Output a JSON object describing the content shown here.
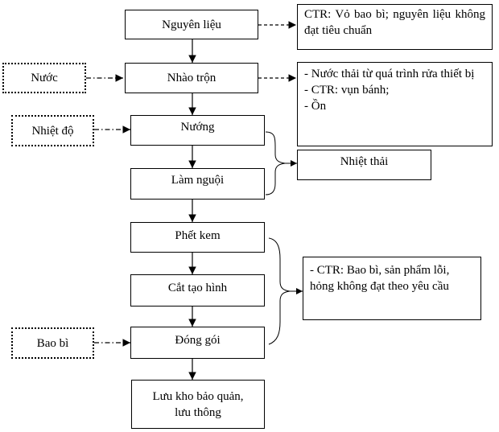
{
  "process_steps": [
    "Nguyên liệu",
    "Nhào trộn",
    "Nướng",
    "Làm nguội",
    "Phết kem",
    "Cắt tạo hình",
    "Đóng gói",
    "Lưu kho bảo quản, lưu thông"
  ],
  "inputs": {
    "water": "Nước",
    "heat": "Nhiệt độ",
    "packaging": "Bao bì"
  },
  "outputs": {
    "raw_waste": "CTR:  Vỏ bao bì; nguyên liệu không đạt tiêu chuẩn",
    "mixing_waste": [
      "-  Nước thải từ quá trình rửa thiết bị",
      "- CTR: vụn bánh;",
      "- Ồn"
    ],
    "heat_waste": "Nhiệt thải",
    "product_waste": "- CTR: Bao bì, sản phẩm lỗi, hỏng không đạt theo yêu cầu"
  }
}
